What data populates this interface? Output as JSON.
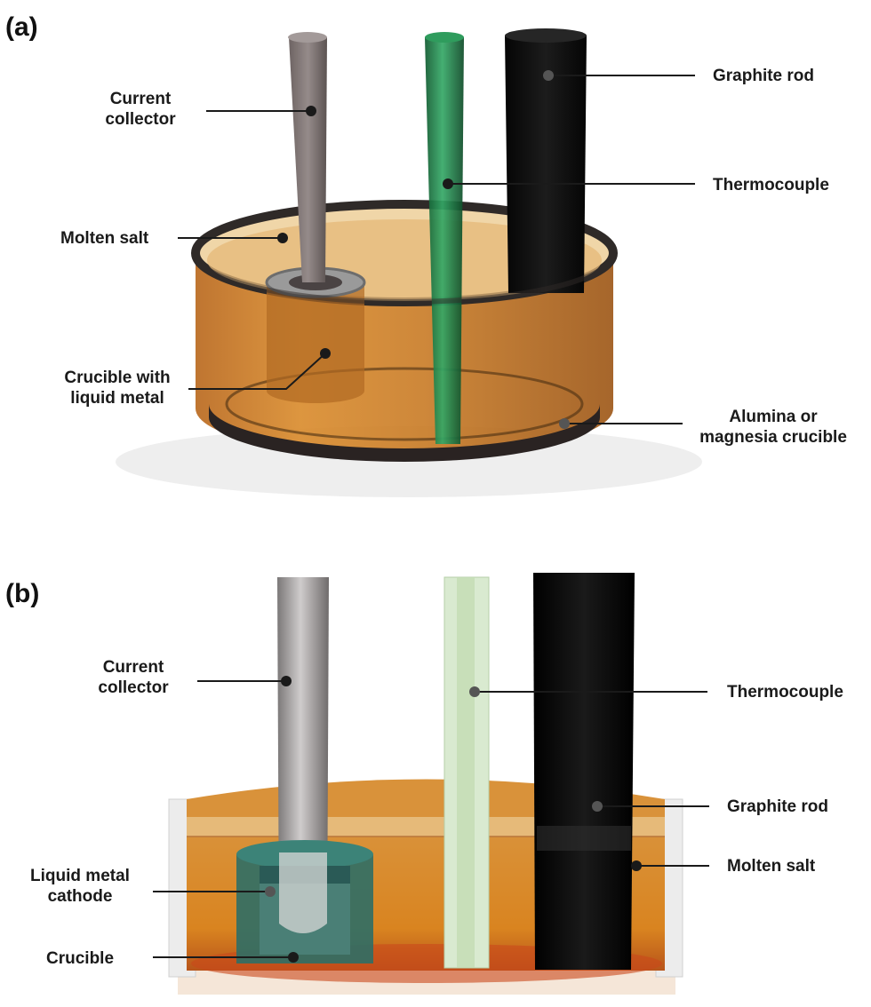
{
  "panel_a": {
    "letter": "(a)",
    "labels": {
      "current_collector": [
        "Current",
        "collector"
      ],
      "molten_salt": "Molten salt",
      "crucible_liquid_metal": [
        "Crucible with",
        "liquid metal"
      ],
      "graphite_rod": "Graphite rod",
      "thermocouple": "Thermocouple",
      "outer_crucible": [
        "Alumina or",
        "magnesia crucible"
      ]
    }
  },
  "panel_b": {
    "letter": "(b)",
    "labels": {
      "current_collector": [
        "Current",
        "collector"
      ],
      "liquid_metal_cathode": [
        "Liquid metal",
        "cathode"
      ],
      "crucible": "Crucible",
      "thermocouple": "Thermocouple",
      "graphite_rod": "Graphite rod",
      "molten_salt": "Molten salt"
    }
  },
  "colors": {
    "molten_salt": "#d98a2a",
    "graphite": "#111111",
    "thermocouple_a": "#1f8a4c",
    "thermocouple_b": "#cfe3c4",
    "current_collector": "#8f8a8a",
    "crucible_teal": "#2e6e66"
  }
}
